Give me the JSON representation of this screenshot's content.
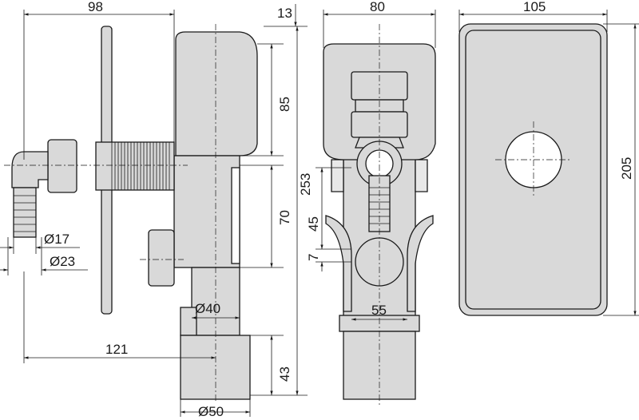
{
  "side_view": {
    "width_overall": "98",
    "plate_offset": "13",
    "box_height": "85",
    "total_height": "253",
    "body_height": "70",
    "hose_inner_dia": "Ø17",
    "hose_outer_dia": "Ø23",
    "pipe_dia": "Ø40",
    "outlet_offset": "121",
    "sleeve_height": "43",
    "sleeve_dia": "Ø50"
  },
  "front_view": {
    "width": "80",
    "inlet_height": "45",
    "gap": "7",
    "inner_width": "55"
  },
  "cover_plate": {
    "width": "105",
    "height": "205"
  },
  "colors": {
    "fill": "#d9d9d9",
    "line": "#1a1a1a"
  }
}
